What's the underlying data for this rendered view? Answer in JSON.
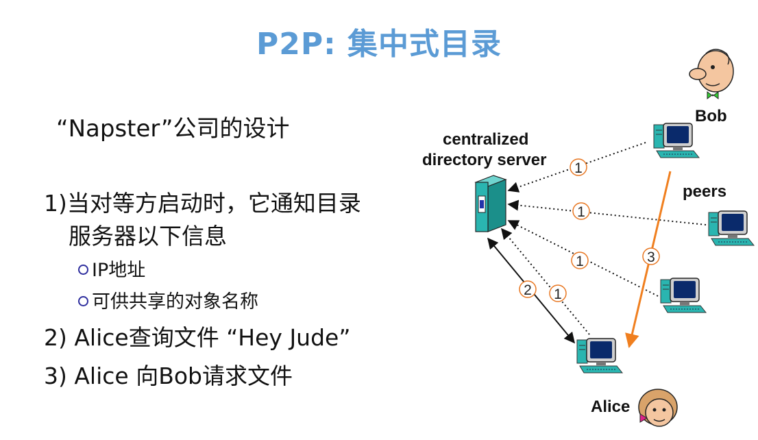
{
  "title": "P2P: 集中式目录",
  "subtitle": "“Napster”公司的设计",
  "steps": {
    "step1_line1": "1)当对等方启动时，它通知目录",
    "step1_line2": "服务器以下信息",
    "step1_sub1": "IP地址",
    "step1_sub2": "可供共享的对象名称",
    "step2": "2) Alice查询文件 “Hey Jude”",
    "step3": "3) Alice 向Bob请求文件"
  },
  "diagram": {
    "server_label_line1": "centralized",
    "server_label_line2": "directory server",
    "bob_label": "Bob",
    "peers_label": "peers",
    "alice_label": "Alice",
    "step_numbers": [
      "1",
      "1",
      "1",
      "1",
      "2",
      "3"
    ],
    "colors": {
      "title": "#5b9bd5",
      "bob_arrow": "#f07f1f",
      "step_circle": "#e87722",
      "server": "#2ab5b0"
    }
  }
}
